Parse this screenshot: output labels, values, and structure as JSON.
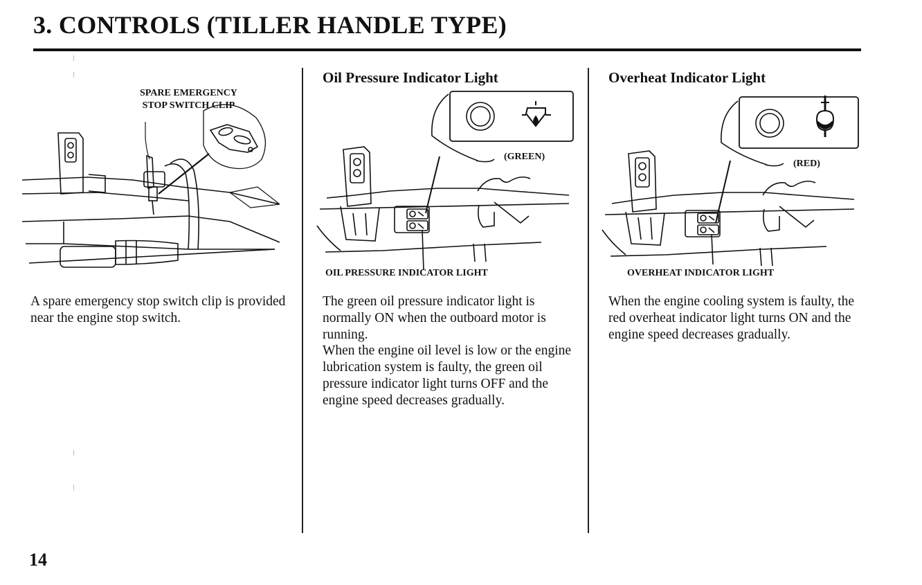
{
  "page": {
    "title": "3. CONTROLS (TILLER HANDLE TYPE)",
    "page_number": "14"
  },
  "spare_clip": {
    "label": "SPARE EMERGENCY\nSTOP SWITCH CLIP",
    "text": "A spare emergency stop switch clip is provided near the engine stop switch."
  },
  "oil_pressure": {
    "heading": "Oil Pressure Indicator Light",
    "color_label": "(GREEN)",
    "callout": "OIL PRESSURE INDICATOR LIGHT",
    "text": "The green oil pressure indicator light is normally ON when the outboard motor is running.\nWhen the engine oil level is low or the engine lubrication system is faulty, the green oil pressure indicator light turns OFF and the engine speed decreases gradually."
  },
  "overheat": {
    "heading": "Overheat Indicator Light",
    "color_label": "(RED)",
    "callout": "OVERHEAT INDICATOR LIGHT",
    "text": "When the engine cooling system is faulty, the red overheat indicator light turns ON and the engine speed decreases gradually."
  },
  "icons": {
    "oil_icon": "oil-can-icon",
    "temperature_icon": "thermometer-icon",
    "indicator_lamp": "indicator-lamp-icon"
  }
}
